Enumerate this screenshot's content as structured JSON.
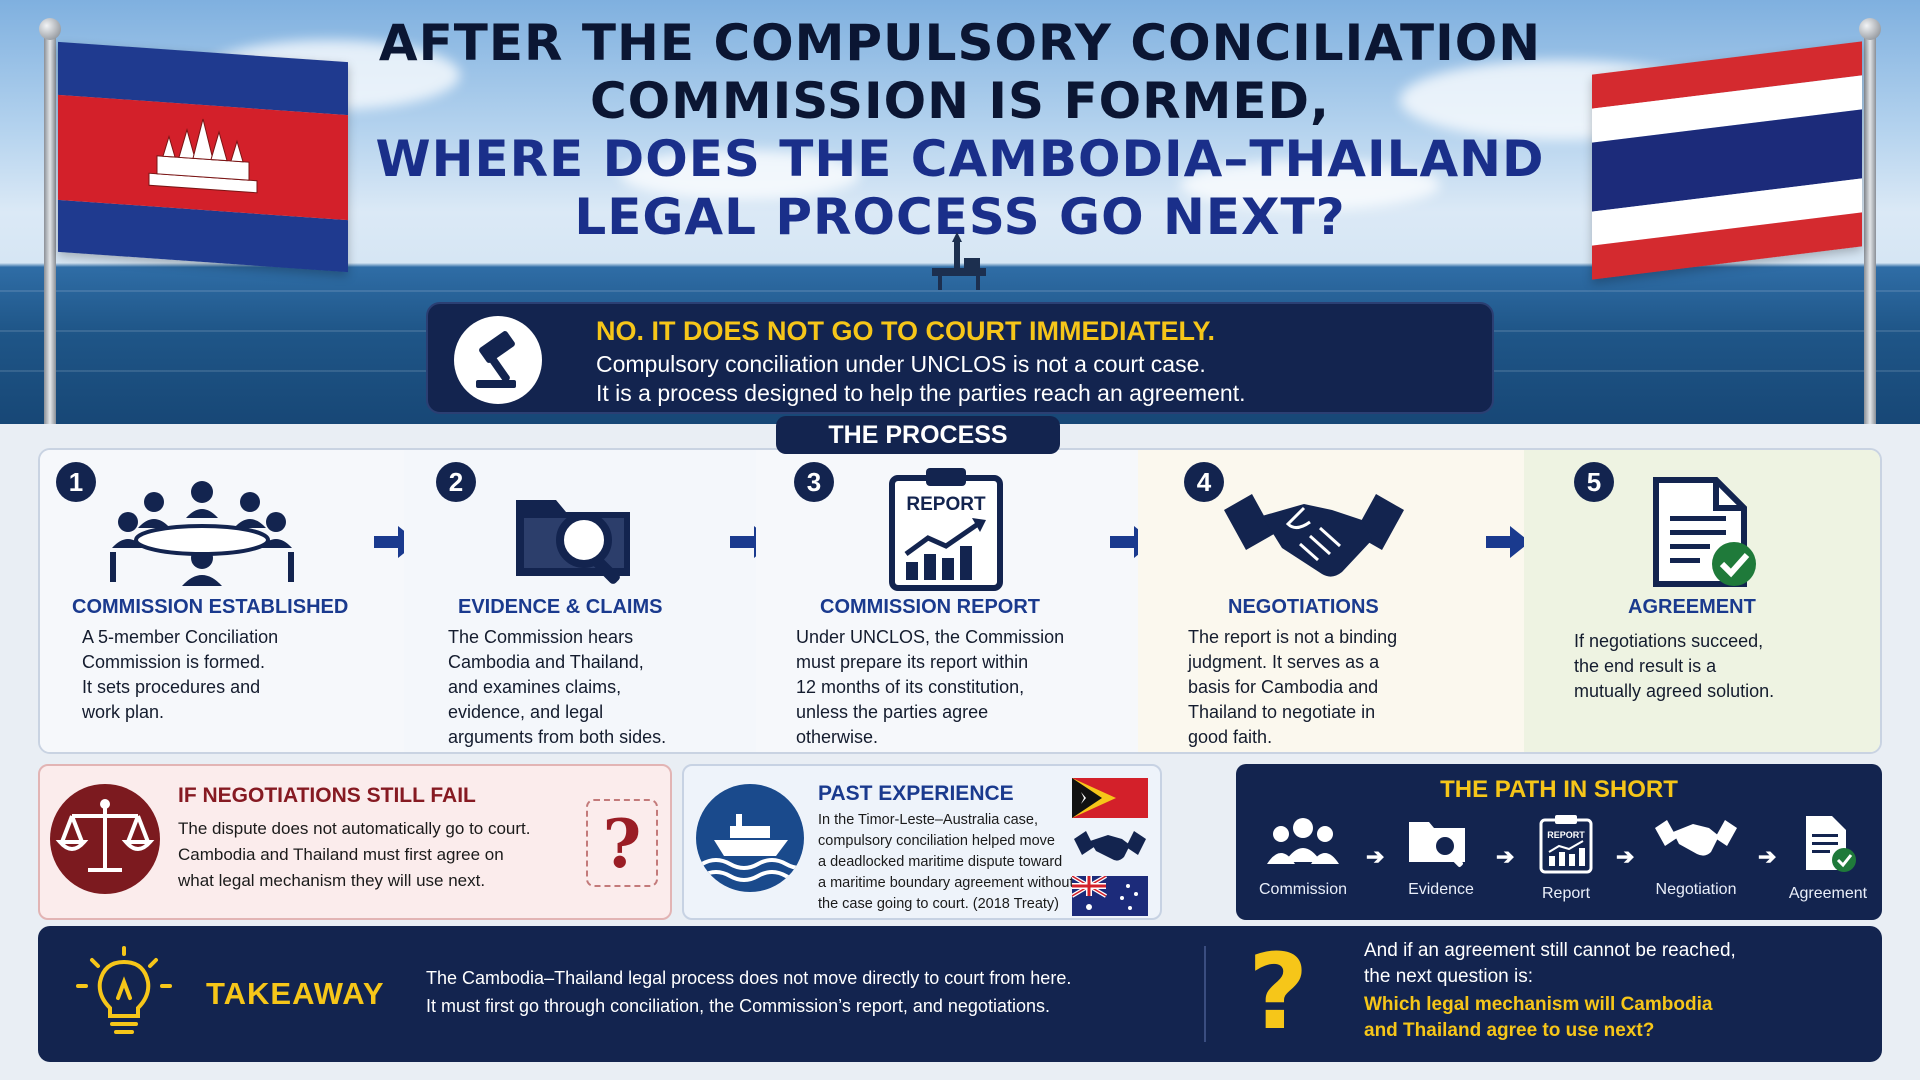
{
  "title": {
    "line1": "AFTER THE COMPULSORY CONCILIATION",
    "line2": "COMMISSION IS FORMED,",
    "line3": "WHERE DOES THE CAMBODIA–THAILAND",
    "line4": "LEGAL PROCESS GO NEXT?"
  },
  "callout": {
    "icon": "gavel-icon",
    "heading": "NO. IT DOES NOT GO TO COURT IMMEDIATELY.",
    "line1": "Compulsory conciliation under UNCLOS is not a court case.",
    "line2": "It is a process designed to help the parties reach an agreement."
  },
  "process": {
    "label": "THE PROCESS",
    "steps": [
      {
        "number": "1",
        "icon": "meeting-table-icon",
        "title": "COMMISSION ESTABLISHED",
        "lines": [
          "A 5-member Conciliation",
          "Commission is formed.",
          "It sets procedures and",
          "work plan."
        ]
      },
      {
        "number": "2",
        "icon": "folder-search-icon",
        "title": "EVIDENCE & CLAIMS",
        "lines": [
          "The Commission hears",
          "Cambodia and Thailand,",
          "and examines claims,",
          "evidence, and legal",
          "arguments from both sides."
        ]
      },
      {
        "number": "3",
        "icon": "report-clipboard-icon",
        "title": "COMMISSION REPORT",
        "icon_text": "REPORT",
        "lines": [
          "Under UNCLOS, the Commission",
          "must prepare its report within",
          "12 months of its constitution,",
          "unless the parties agree",
          "otherwise."
        ]
      },
      {
        "number": "4",
        "icon": "handshake-icon",
        "title": "NEGOTIATIONS",
        "lines": [
          "The report is not a binding",
          "judgment. It serves as a",
          "basis for Cambodia and",
          "Thailand to negotiate in",
          "good faith."
        ]
      },
      {
        "number": "5",
        "icon": "document-check-icon",
        "title": "AGREEMENT",
        "lines": [
          "If negotiations succeed,",
          "the end result is a",
          "mutually agreed solution."
        ]
      }
    ]
  },
  "fail": {
    "heading": "IF NEGOTIATIONS STILL FAIL",
    "lines": [
      "The dispute does not automatically go to court.",
      "Cambodia and Thailand must first agree on",
      "what legal mechanism they will use next."
    ],
    "mark": "?"
  },
  "past": {
    "heading": "PAST EXPERIENCE",
    "lines": [
      "In the Timor-Leste–Australia case,",
      "compulsory conciliation helped move",
      "a deadlocked maritime dispute toward",
      "a maritime boundary agreement without",
      "the case going to court. (2018 Treaty)"
    ]
  },
  "path": {
    "heading": "THE PATH IN SHORT",
    "items": [
      {
        "label": "Commission",
        "icon": "people-icon"
      },
      {
        "label": "Evidence",
        "icon": "folder-search-icon"
      },
      {
        "label": "Report",
        "icon": "report-icon",
        "icon_text": "REPORT"
      },
      {
        "label": "Negotiation",
        "icon": "handshake-icon"
      },
      {
        "label": "Agreement",
        "icon": "document-check-icon"
      }
    ]
  },
  "takeaway": {
    "heading": "TAKEAWAY",
    "line1": "The Cambodia–Thailand legal process does not move directly to court from here.",
    "line2": "It must first go through conciliation, the Commission’s report, and negotiations.",
    "q_mark": "?",
    "q1": "And if an agreement still cannot be reached,",
    "q2": "the next question is:",
    "q3": "Which legal mechanism will Cambodia",
    "q4": "and Thailand agree to use next?"
  },
  "colors": {
    "navy": "#13244f",
    "accent_blue": "#1a3a8e",
    "yellow": "#f6c619",
    "fail_red": "#861a22",
    "cambodia_blue": "#1f3a8f",
    "cambodia_red": "#d3202a",
    "thailand_red": "#d42a2f",
    "thailand_blue": "#1c2b7a"
  }
}
